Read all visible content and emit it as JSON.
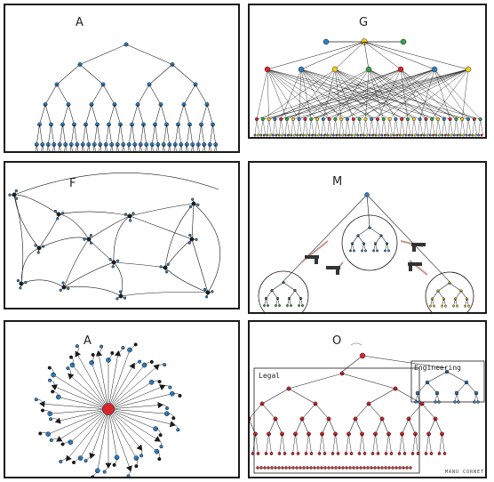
{
  "panels": {
    "p1": {
      "letter": "A"
    },
    "p2": {
      "letter": "G"
    },
    "p3": {
      "letter": "F"
    },
    "p4": {
      "letter": "M"
    },
    "p5": {
      "letter": "A"
    },
    "p6": {
      "letter": "O",
      "legal_label": "Legal",
      "engineering_label": "Engineering"
    }
  },
  "signature": "MANU CORNET",
  "colors": {
    "ink": "#1a1a1a",
    "node_blue": "#2f7fc1",
    "node_red": "#d9252b",
    "node_yellow": "#f2d01b",
    "node_green": "#3aa14a",
    "gun_line": "#c9948c"
  }
}
